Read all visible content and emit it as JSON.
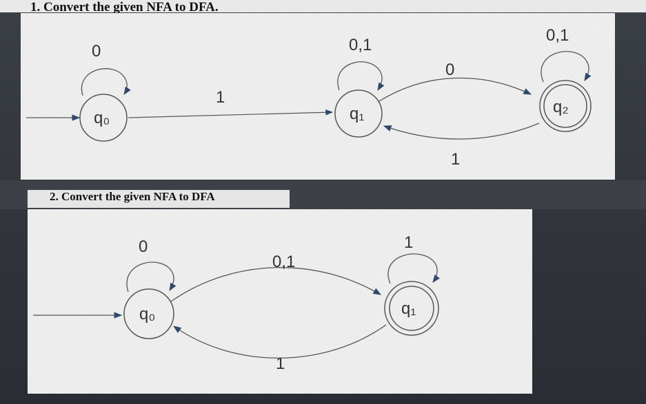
{
  "problem1": {
    "heading": "1.  Convert the given NFA to DFA.",
    "states": [
      {
        "id": "q0",
        "label": "q₀",
        "start": true,
        "accept": false
      },
      {
        "id": "q1",
        "label": "q₁",
        "start": false,
        "accept": false
      },
      {
        "id": "q2",
        "label": "q₂",
        "start": false,
        "accept": true
      }
    ],
    "transitions": [
      {
        "from": "q0",
        "to": "q0",
        "label": "0"
      },
      {
        "from": "q0",
        "to": "q1",
        "label": "1"
      },
      {
        "from": "q1",
        "to": "q1",
        "label": "0,1"
      },
      {
        "from": "q1",
        "to": "q2",
        "label": "0"
      },
      {
        "from": "q2",
        "to": "q1",
        "label": "1"
      },
      {
        "from": "q2",
        "to": "q2",
        "label": "0,1"
      }
    ]
  },
  "problem2": {
    "heading": "2.  Convert the given NFA to DFA",
    "states": [
      {
        "id": "q0",
        "label": "q₀",
        "start": true,
        "accept": false
      },
      {
        "id": "q1",
        "label": "q₁",
        "start": false,
        "accept": true
      }
    ],
    "transitions": [
      {
        "from": "q0",
        "to": "q0",
        "label": "0"
      },
      {
        "from": "q0",
        "to": "q1",
        "label": "0,1"
      },
      {
        "from": "q1",
        "to": "q0",
        "label": "1"
      },
      {
        "from": "q1",
        "to": "q1",
        "label": "1"
      }
    ]
  },
  "colors": {
    "stroke": "#555555",
    "arrow": "#2f4a6a",
    "panel": "#efefef",
    "background": "#2b2f36"
  }
}
